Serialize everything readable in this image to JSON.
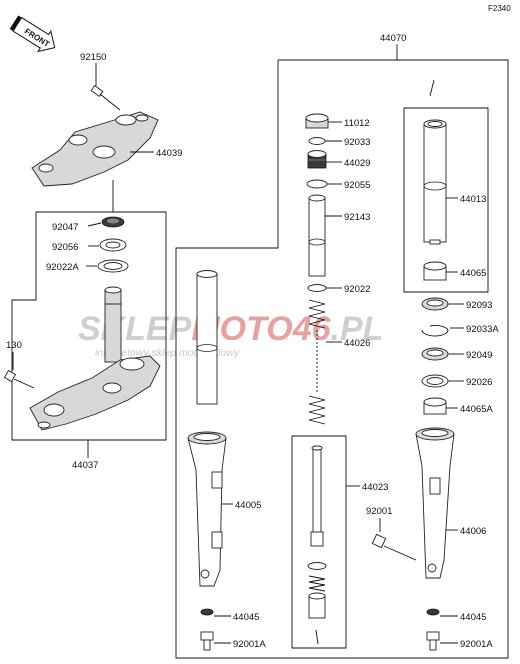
{
  "diagram_code": "F2340",
  "front_label": "FRONT",
  "watermark": {
    "brand_gray": "SKLEP",
    "brand_red": "MOTO46",
    "brand_suffix": ".PL",
    "tagline": "internetowy sklep motocyklowy",
    "gray_color": "#cfcfcf",
    "red_color": "#e8a0a0"
  },
  "labels": {
    "l_44070": "44070",
    "l_92150": "92150",
    "l_44039": "44039",
    "l_92047": "92047",
    "l_92056": "92056",
    "l_92022A": "92022A",
    "l_130": "130",
    "l_44037": "44037",
    "l_11012": "11012",
    "l_92033": "92033",
    "l_44029": "44029",
    "l_92055": "92055",
    "l_92143": "92143",
    "l_92022": "92022",
    "l_44026": "44026",
    "l_44013": "44013",
    "l_44065": "44065",
    "l_92093": "92093",
    "l_92033A": "92033A",
    "l_92049": "92049",
    "l_92026": "92026",
    "l_44065A": "44065A",
    "l_44005": "44005",
    "l_44023": "44023",
    "l_92001": "92001",
    "l_44006": "44006",
    "l_44045_left": "44045",
    "l_44045_right": "44045",
    "l_92001A_left": "92001A",
    "l_92001A_right": "92001A"
  }
}
